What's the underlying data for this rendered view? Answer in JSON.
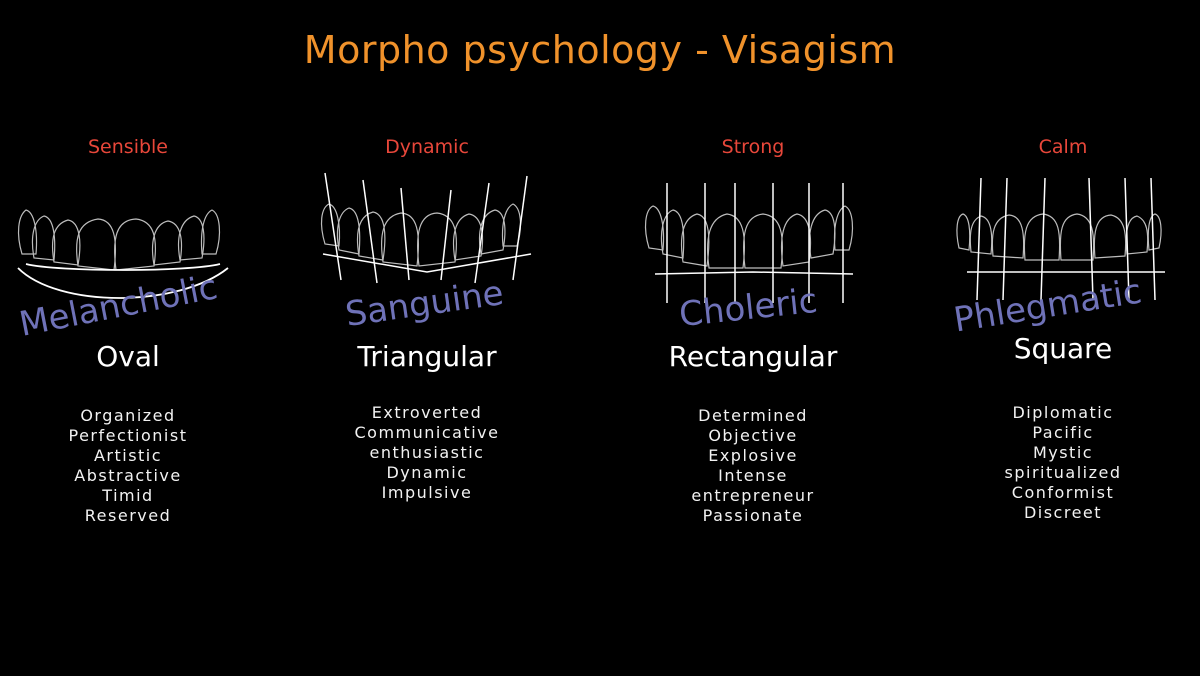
{
  "title": "Morpho psychology - Visagism",
  "colors": {
    "title": "#f0922b",
    "trait": "#e8473a",
    "temperament": "#6f72b8",
    "text": "#ffffff",
    "lines": "#ffffff"
  },
  "columns": [
    {
      "trait": "Sensible",
      "temperament": "Melancholic",
      "shape": "Oval",
      "adjectives": [
        "Organized",
        "Perfectionist",
        "Artistic",
        "Abstractive",
        "Timid",
        "Reserved"
      ]
    },
    {
      "trait": "Dynamic",
      "temperament": "Sanguine",
      "shape": "Triangular",
      "adjectives": [
        "Extroverted",
        "Communicative",
        "enthusiastic",
        "Dynamic",
        "Impulsive"
      ]
    },
    {
      "trait": "Strong",
      "temperament": "Choleric",
      "shape": "Rectangular",
      "adjectives": [
        "Determined",
        "Objective",
        "Explosive",
        "Intense",
        "entrepreneur",
        "Passionate"
      ]
    },
    {
      "trait": "Calm",
      "temperament": "Phlegmatic",
      "shape": "Square",
      "adjectives": [
        "Diplomatic",
        "Pacific",
        "Mystic",
        "spiritualized",
        "Conformist",
        "Discreet"
      ]
    }
  ]
}
